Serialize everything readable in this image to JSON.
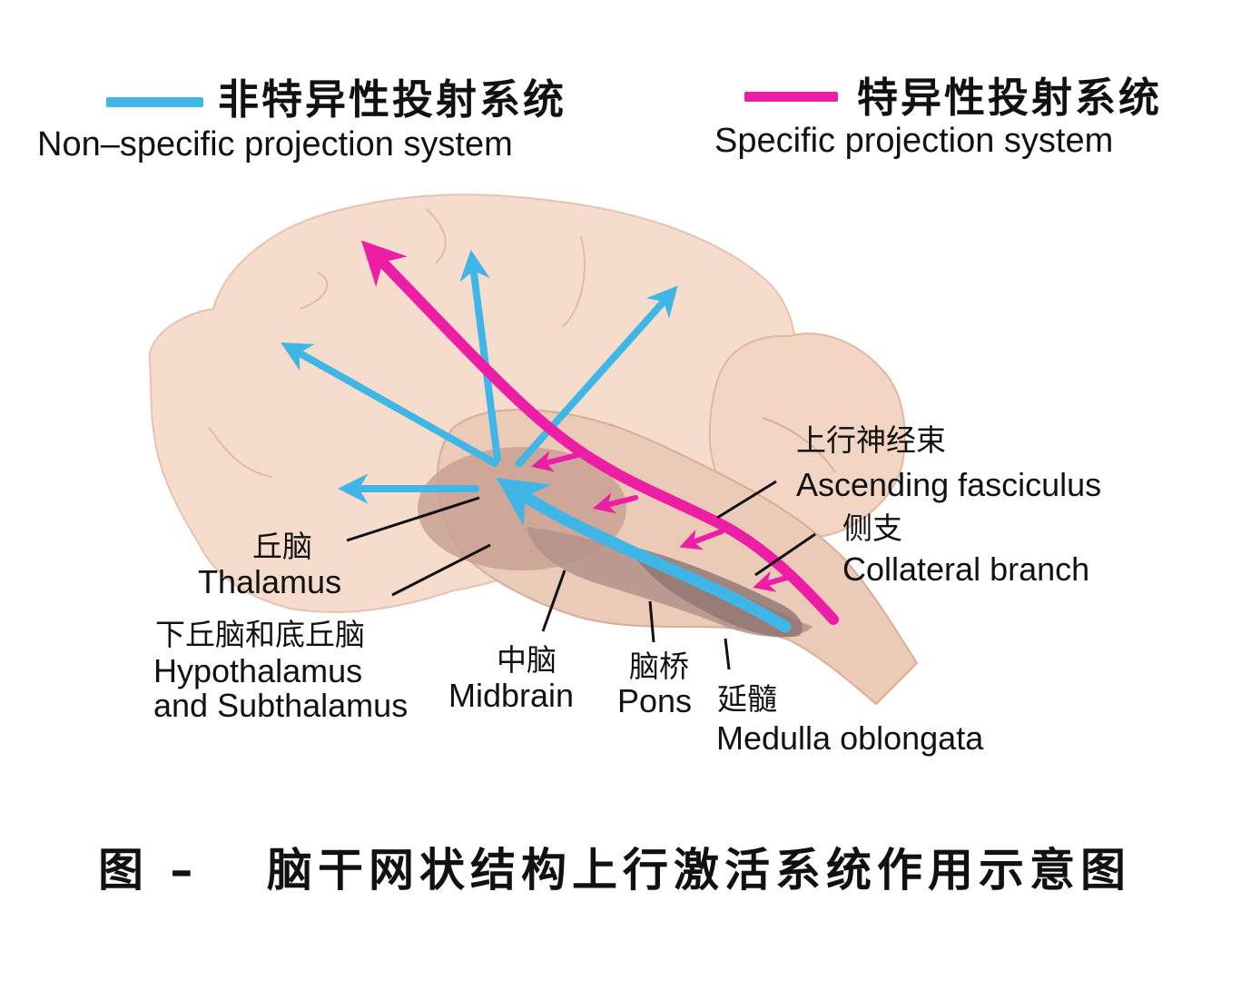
{
  "legend": {
    "nonspecific": {
      "zh": "非特异性投射系统",
      "en": "Non–specific projection system",
      "color": "#3fb6e6"
    },
    "specific": {
      "zh": "特异性投射系统",
      "en": "Specific projection system",
      "color": "#ec1ea5"
    }
  },
  "labels": {
    "ascending": {
      "zh": "上行神经束",
      "en": "Ascending fasciculus"
    },
    "collateral": {
      "zh": "侧支",
      "en": "Collateral branch"
    },
    "thalamus": {
      "zh": "丘脑",
      "en": "Thalamus"
    },
    "hypothalamus": {
      "zh": "下丘脑和底丘脑",
      "en1": "Hypothalamus",
      "en2": "and Subthalamus"
    },
    "midbrain": {
      "zh": "中脑",
      "en": "Midbrain"
    },
    "pons": {
      "zh": "脑桥",
      "en": "Pons"
    },
    "medulla": {
      "zh": "延髓",
      "en": "Medulla oblongata"
    }
  },
  "caption": {
    "prefix": "图 –",
    "text": "脑干网状结构上行激活系统作用示意图"
  }
}
